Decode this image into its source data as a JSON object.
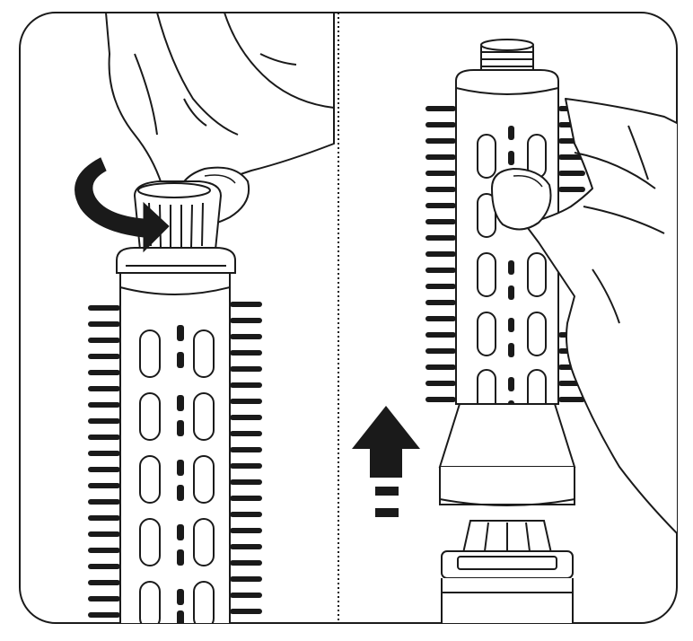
{
  "figure": {
    "panels": [
      {
        "id": "left",
        "action": "twist-cap",
        "arrow_icon": "rotate-arrow-icon"
      },
      {
        "id": "right",
        "action": "pull-brush-off",
        "arrow_icon": "up-arrow-icon"
      }
    ],
    "colors": {
      "stroke": "#1a1a1a",
      "fill": "#ffffff",
      "bristle": "#1a1a1a",
      "background": "#ffffff"
    }
  }
}
